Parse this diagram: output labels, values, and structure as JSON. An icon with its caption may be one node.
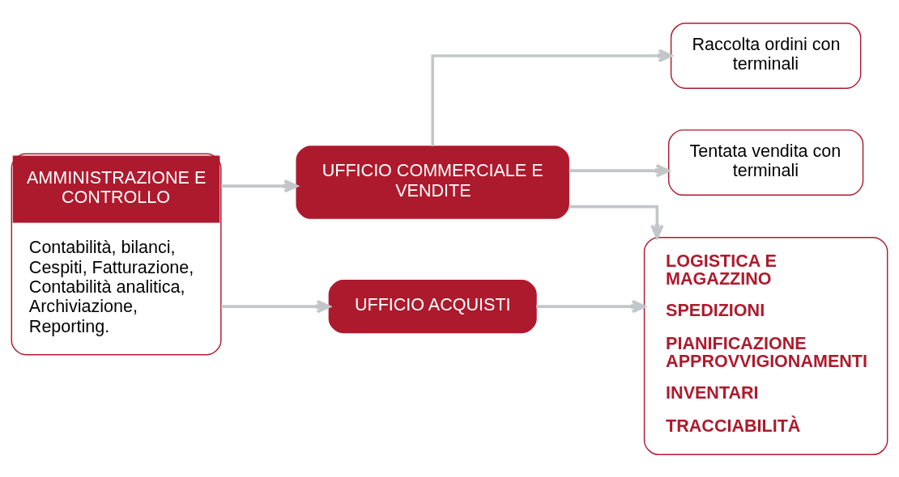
{
  "diagram": {
    "nodes": [
      {
        "text": [
          "AMMINISTRAZIONE E CONTROLLO",
          "Contabilità, bilanci, Cespiti, Fatturazione, Contabilità analitica, Archiviazione, Reporting."
        ]
      },
      {
        "text": [
          "UFFICIO COMMERCIALE E VENDITE"
        ]
      },
      {
        "text": [
          "Raccolta ordini con terminali"
        ]
      },
      {
        "text": [
          "Tentata vendita con terminali"
        ]
      },
      {
        "text": [
          "UFFICIO ACQUISTI"
        ]
      },
      {
        "text": [
          "LOGISTICA E MAGAZZINO",
          "SPEDIZIONI",
          "PIANIFICAZIONE APPROVVIGIONAMENTI",
          "INVENTARI",
          "TRACCIABILITÀ"
        ]
      }
    ],
    "edges": [
      {
        "from": 0,
        "to": 1,
        "arrow": "to"
      },
      {
        "from": 1,
        "to": 2,
        "arrow": "to"
      },
      {
        "from": 1,
        "to": 3,
        "arrow": "to"
      },
      {
        "from": 1,
        "to": 5,
        "arrow": "to"
      },
      {
        "from": 0,
        "to": 4,
        "arrow": "to"
      },
      {
        "from": 4,
        "to": 5,
        "arrow": "to"
      }
    ]
  }
}
